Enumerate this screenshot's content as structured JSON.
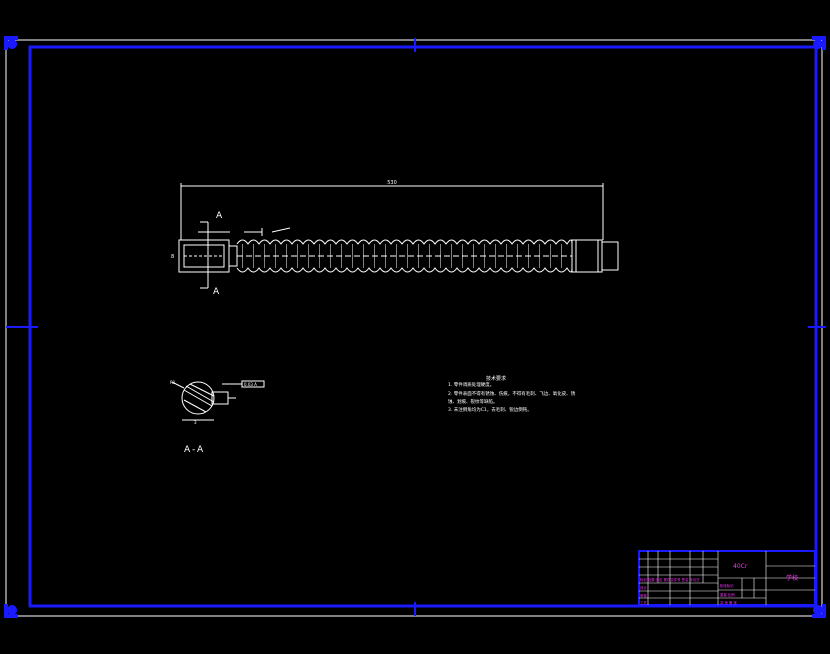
{
  "colors": {
    "background": "#000000",
    "frame": "#1a1aff",
    "line": "#ffffff",
    "accent_text": "#ff33ff"
  },
  "drawing": {
    "overall_length": "530",
    "section_label_top": "A",
    "section_label_bottom": "A",
    "left_dim": "8",
    "section_caption": "A-A",
    "leader_left": "R1",
    "tolerance_box": "0.03 A",
    "section_dim": "3"
  },
  "notes": {
    "title": "技术要求",
    "line1": "1. 零件调质处理硬度。",
    "line2": "2. 零件表面不得有锈蚀、伤痕，不得有毛刺、飞边、氧化皮、锈",
    "line3": "蚀、划痕、裂纹等缺陷。",
    "line4": "3. 未注倒角均为C1，去毛刺、锐边倒钝。"
  },
  "title_block": {
    "material": "40Cr",
    "company": "学校",
    "r1": "标记 处数 分区 更改文件号 签名 年月日",
    "r2": "设计",
    "r3": "审核",
    "r4": "工艺",
    "r5": "阶段标记",
    "r6": "重量 比例",
    "r7": "共 张 第 张"
  }
}
